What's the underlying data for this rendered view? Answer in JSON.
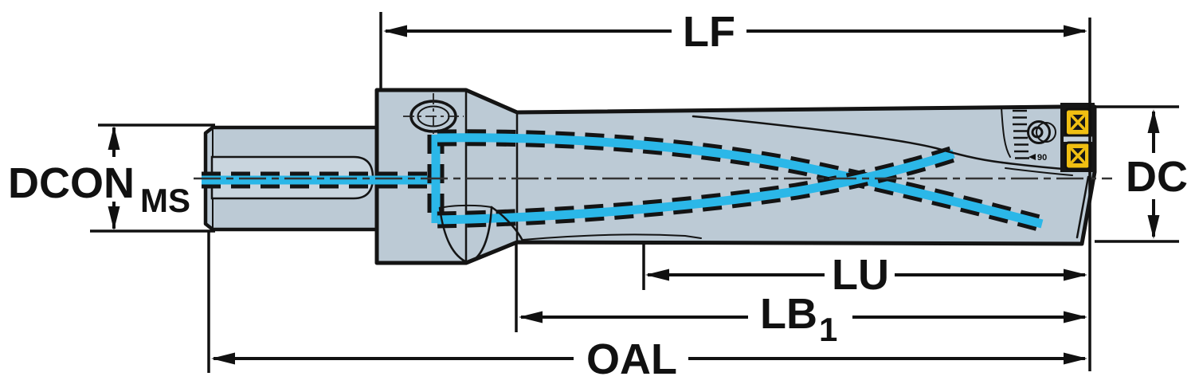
{
  "diagram": {
    "type": "technical-dimension-drawing",
    "subject": "indexable-insert-drill-side-view",
    "dimensions": {
      "lf": "LF",
      "dcon": "DCON",
      "dcon_sub": "MS",
      "dc": "DC",
      "lu": "LU",
      "lb": "LB",
      "lb_sub": "1",
      "oal": "OAL"
    },
    "marking": "90",
    "colors": {
      "body": "#bccad5",
      "coolant": "#2bb7e8",
      "insert": "#f0bf12",
      "outline": "#141414",
      "pocket": "#161616"
    }
  }
}
